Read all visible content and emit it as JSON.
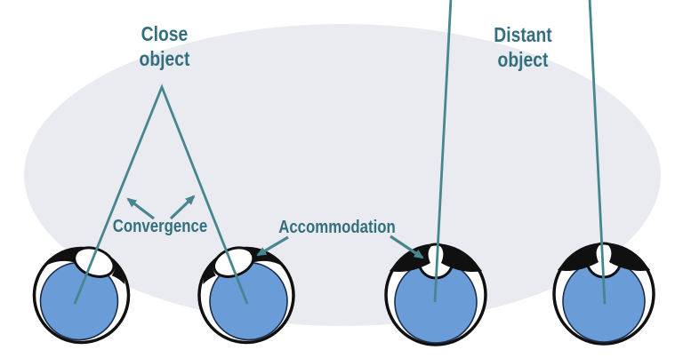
{
  "labels": {
    "close_object": "Close object",
    "distant_object": "Distant object",
    "convergence": "Convergence",
    "accommodation": "Accommodation"
  },
  "colors": {
    "teal_text": "#336F7E",
    "teal_line": "#47868F",
    "eye_blue": "#6A9CD8",
    "eye_blue_stroke": "#1C2C49",
    "eye_outline": "#101010",
    "field_bg": "#E9EBF0",
    "page_bg": "#FFFFFF"
  }
}
